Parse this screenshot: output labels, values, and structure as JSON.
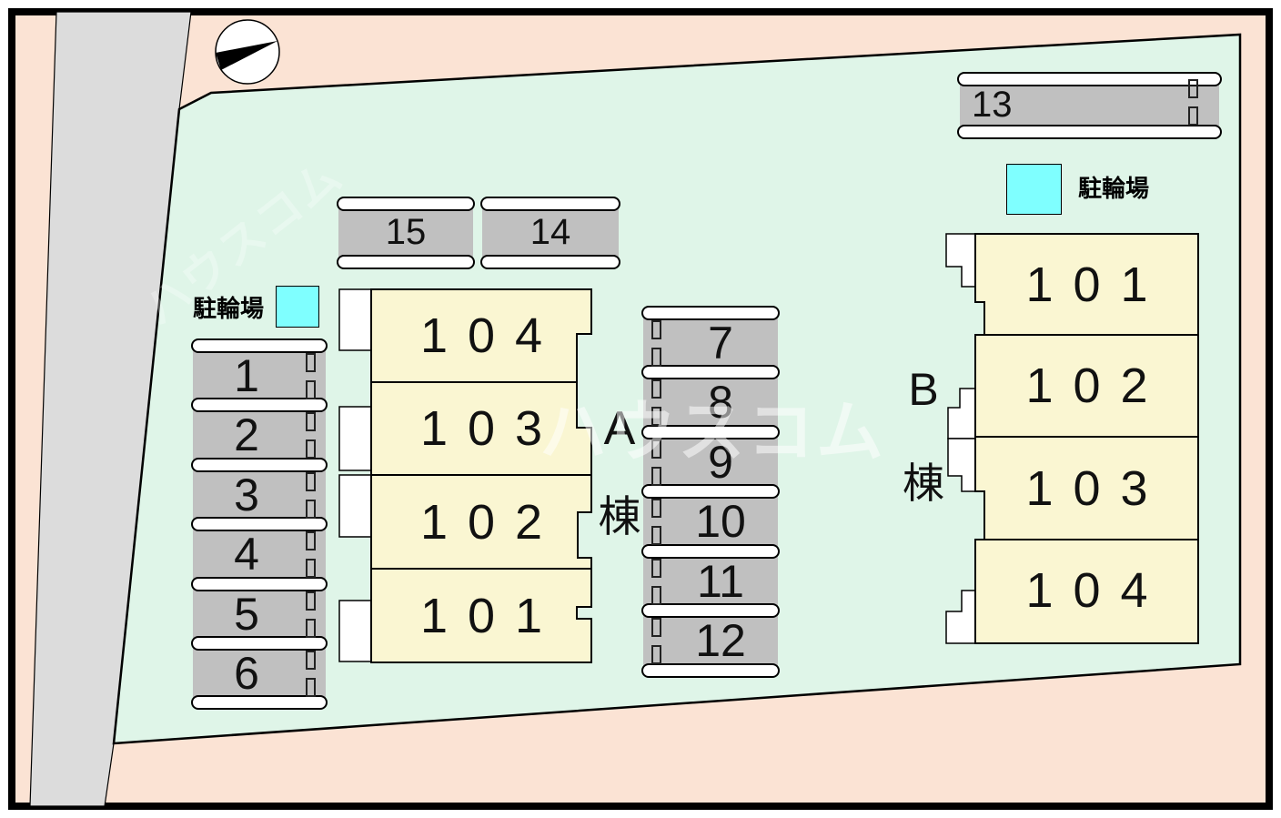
{
  "plan": {
    "watermark_text": "ハウスコム",
    "bicycle_parking_label": "駐輪場",
    "buildings": {
      "a": {
        "letter": "A",
        "suffix": "棟",
        "units": [
          "104",
          "103",
          "102",
          "101"
        ]
      },
      "b": {
        "letter": "B",
        "suffix": "棟",
        "units": [
          "101",
          "102",
          "103",
          "104"
        ]
      }
    },
    "parking": {
      "left_column": [
        "1",
        "2",
        "3",
        "4",
        "5",
        "6"
      ],
      "middle_column": [
        "7",
        "8",
        "9",
        "10",
        "11",
        "12"
      ],
      "top_row": [
        "15",
        "14"
      ],
      "right_top": [
        "13"
      ]
    },
    "icons": {
      "north_arrow": "north-arrow-icon",
      "wheel_stop": "wheel-stop-icon"
    },
    "colors": {
      "background": "#FBE3D4",
      "site": "#DFF5E8",
      "road": "#DCDCDC",
      "parking_stall": "#C0C0C0",
      "building": "#FAF6D2",
      "bicycle_area": "#7FFFFF",
      "stall_divider": "#FFFFFF"
    }
  }
}
